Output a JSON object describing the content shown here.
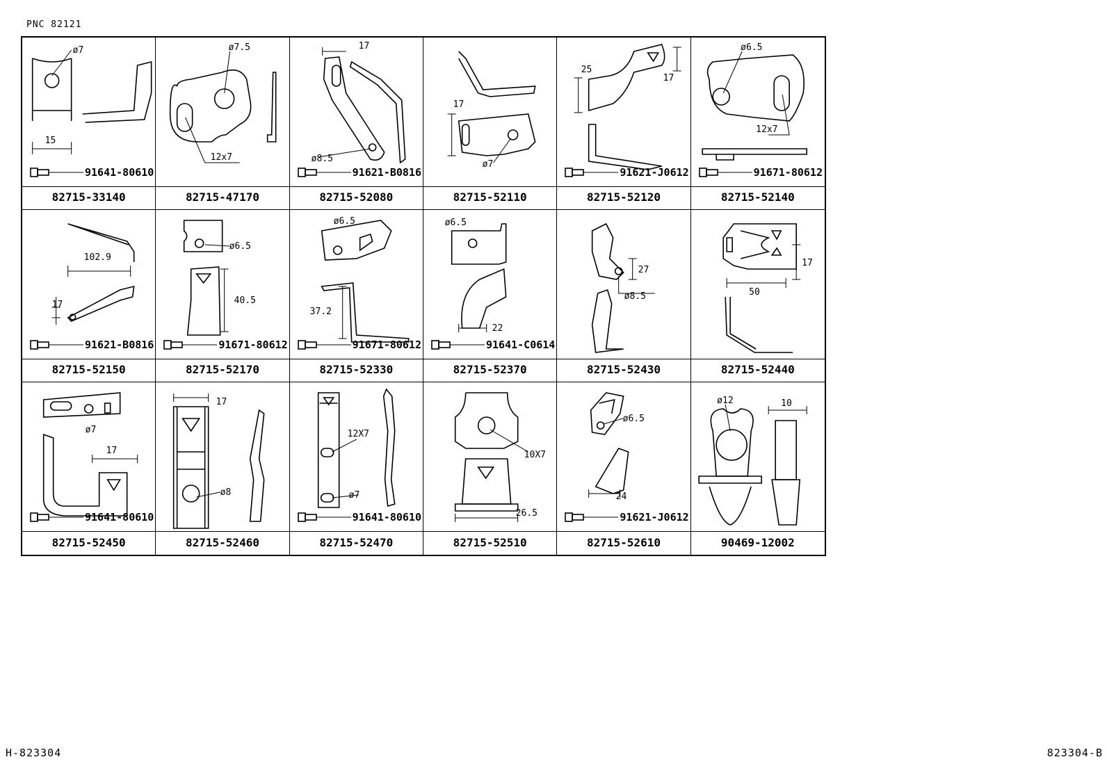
{
  "header": {
    "pnc": "PNC  82121"
  },
  "footer": {
    "left": "H-823304",
    "right": "823304-B"
  },
  "cells": [
    {
      "part": "82715-33140",
      "bolt": "91641-80610",
      "dims": [
        "ø7",
        "15"
      ]
    },
    {
      "part": "82715-47170",
      "bolt": "",
      "dims": [
        "ø7.5",
        "12x7"
      ]
    },
    {
      "part": "82715-52080",
      "bolt": "91621-B0816",
      "dims": [
        "17",
        "ø8.5"
      ]
    },
    {
      "part": "82715-52110",
      "bolt": "",
      "dims": [
        "17",
        "ø7"
      ]
    },
    {
      "part": "82715-52120",
      "bolt": "91621-J0612",
      "dims": [
        "25",
        "17"
      ]
    },
    {
      "part": "82715-52140",
      "bolt": "91671-80612",
      "dims": [
        "ø6.5",
        "12x7"
      ]
    },
    {
      "part": "82715-52150",
      "bolt": "91621-B0816",
      "dims": [
        "102.9",
        "17"
      ]
    },
    {
      "part": "82715-52170",
      "bolt": "91671-80612",
      "dims": [
        "ø6.5",
        "40.5"
      ]
    },
    {
      "part": "82715-52330",
      "bolt": "91671-80612",
      "dims": [
        "ø6.5",
        "37.2"
      ]
    },
    {
      "part": "82715-52370",
      "bolt": "91641-C0614",
      "dims": [
        "ø6.5",
        "22"
      ]
    },
    {
      "part": "82715-52430",
      "bolt": "",
      "dims": [
        "27",
        "ø8.5"
      ]
    },
    {
      "part": "82715-52440",
      "bolt": "",
      "dims": [
        "17",
        "50"
      ]
    },
    {
      "part": "82715-52450",
      "bolt": "91641-80610",
      "dims": [
        "ø7",
        "17"
      ]
    },
    {
      "part": "82715-52460",
      "bolt": "",
      "dims": [
        "17",
        "ø8"
      ]
    },
    {
      "part": "82715-52470",
      "bolt": "91641-80610",
      "dims": [
        "12X7",
        "ø7"
      ]
    },
    {
      "part": "82715-52510",
      "bolt": "",
      "dims": [
        "10X7",
        "26.5"
      ]
    },
    {
      "part": "82715-52610",
      "bolt": "91621-J0612",
      "dims": [
        "ø6.5",
        "24"
      ]
    },
    {
      "part": "90469-12002",
      "bolt": "",
      "dims": [
        "ø12",
        "10"
      ]
    }
  ]
}
